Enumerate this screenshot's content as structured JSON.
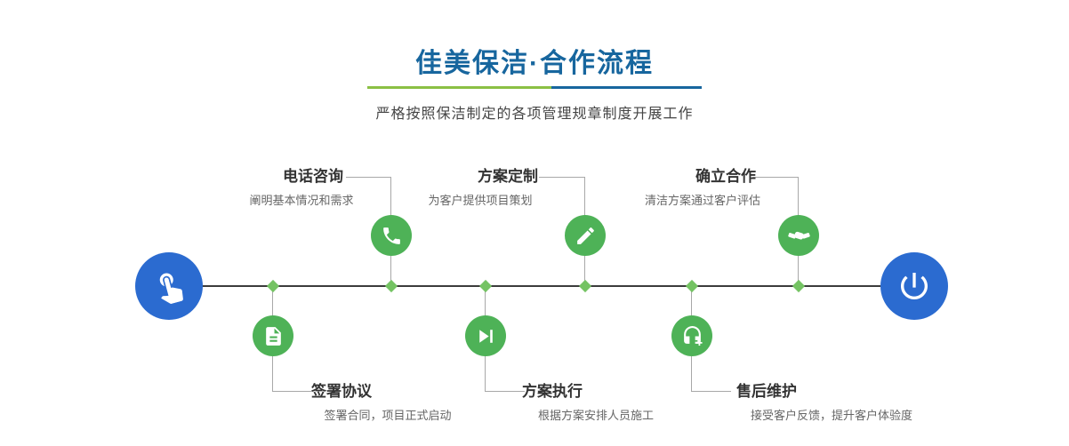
{
  "header": {
    "title": "佳美保洁·合作流程",
    "subtitle": "严格按照保洁制定的各项管理规章制度开展工作"
  },
  "colors": {
    "title_blue": "#17669e",
    "underline_green": "#8bc044",
    "step_green": "#4eb257",
    "diamond_green": "#74c363",
    "endpoint_blue": "#2b6bd0"
  },
  "steps": [
    {
      "title": "电话咨询",
      "desc": "阐明基本情况和需求",
      "icon": "phone-icon"
    },
    {
      "title": "方案定制",
      "desc": "为客户提供项目策划",
      "icon": "design-pencil-icon"
    },
    {
      "title": "确立合作",
      "desc": "清洁方案通过客户评估",
      "icon": "handshake-icon"
    },
    {
      "title": "签署协议",
      "desc": "签署合同，项目正式启动",
      "icon": "contract-document-icon"
    },
    {
      "title": "方案执行",
      "desc": "根据方案安排人员施工",
      "icon": "play-next-icon"
    },
    {
      "title": "售后维护",
      "desc": "接受客户反馈，提升客户体验度",
      "icon": "headset-plus-icon"
    }
  ],
  "endpoints": {
    "start_icon": "pointing-hand-icon",
    "end_icon": "power-icon"
  }
}
